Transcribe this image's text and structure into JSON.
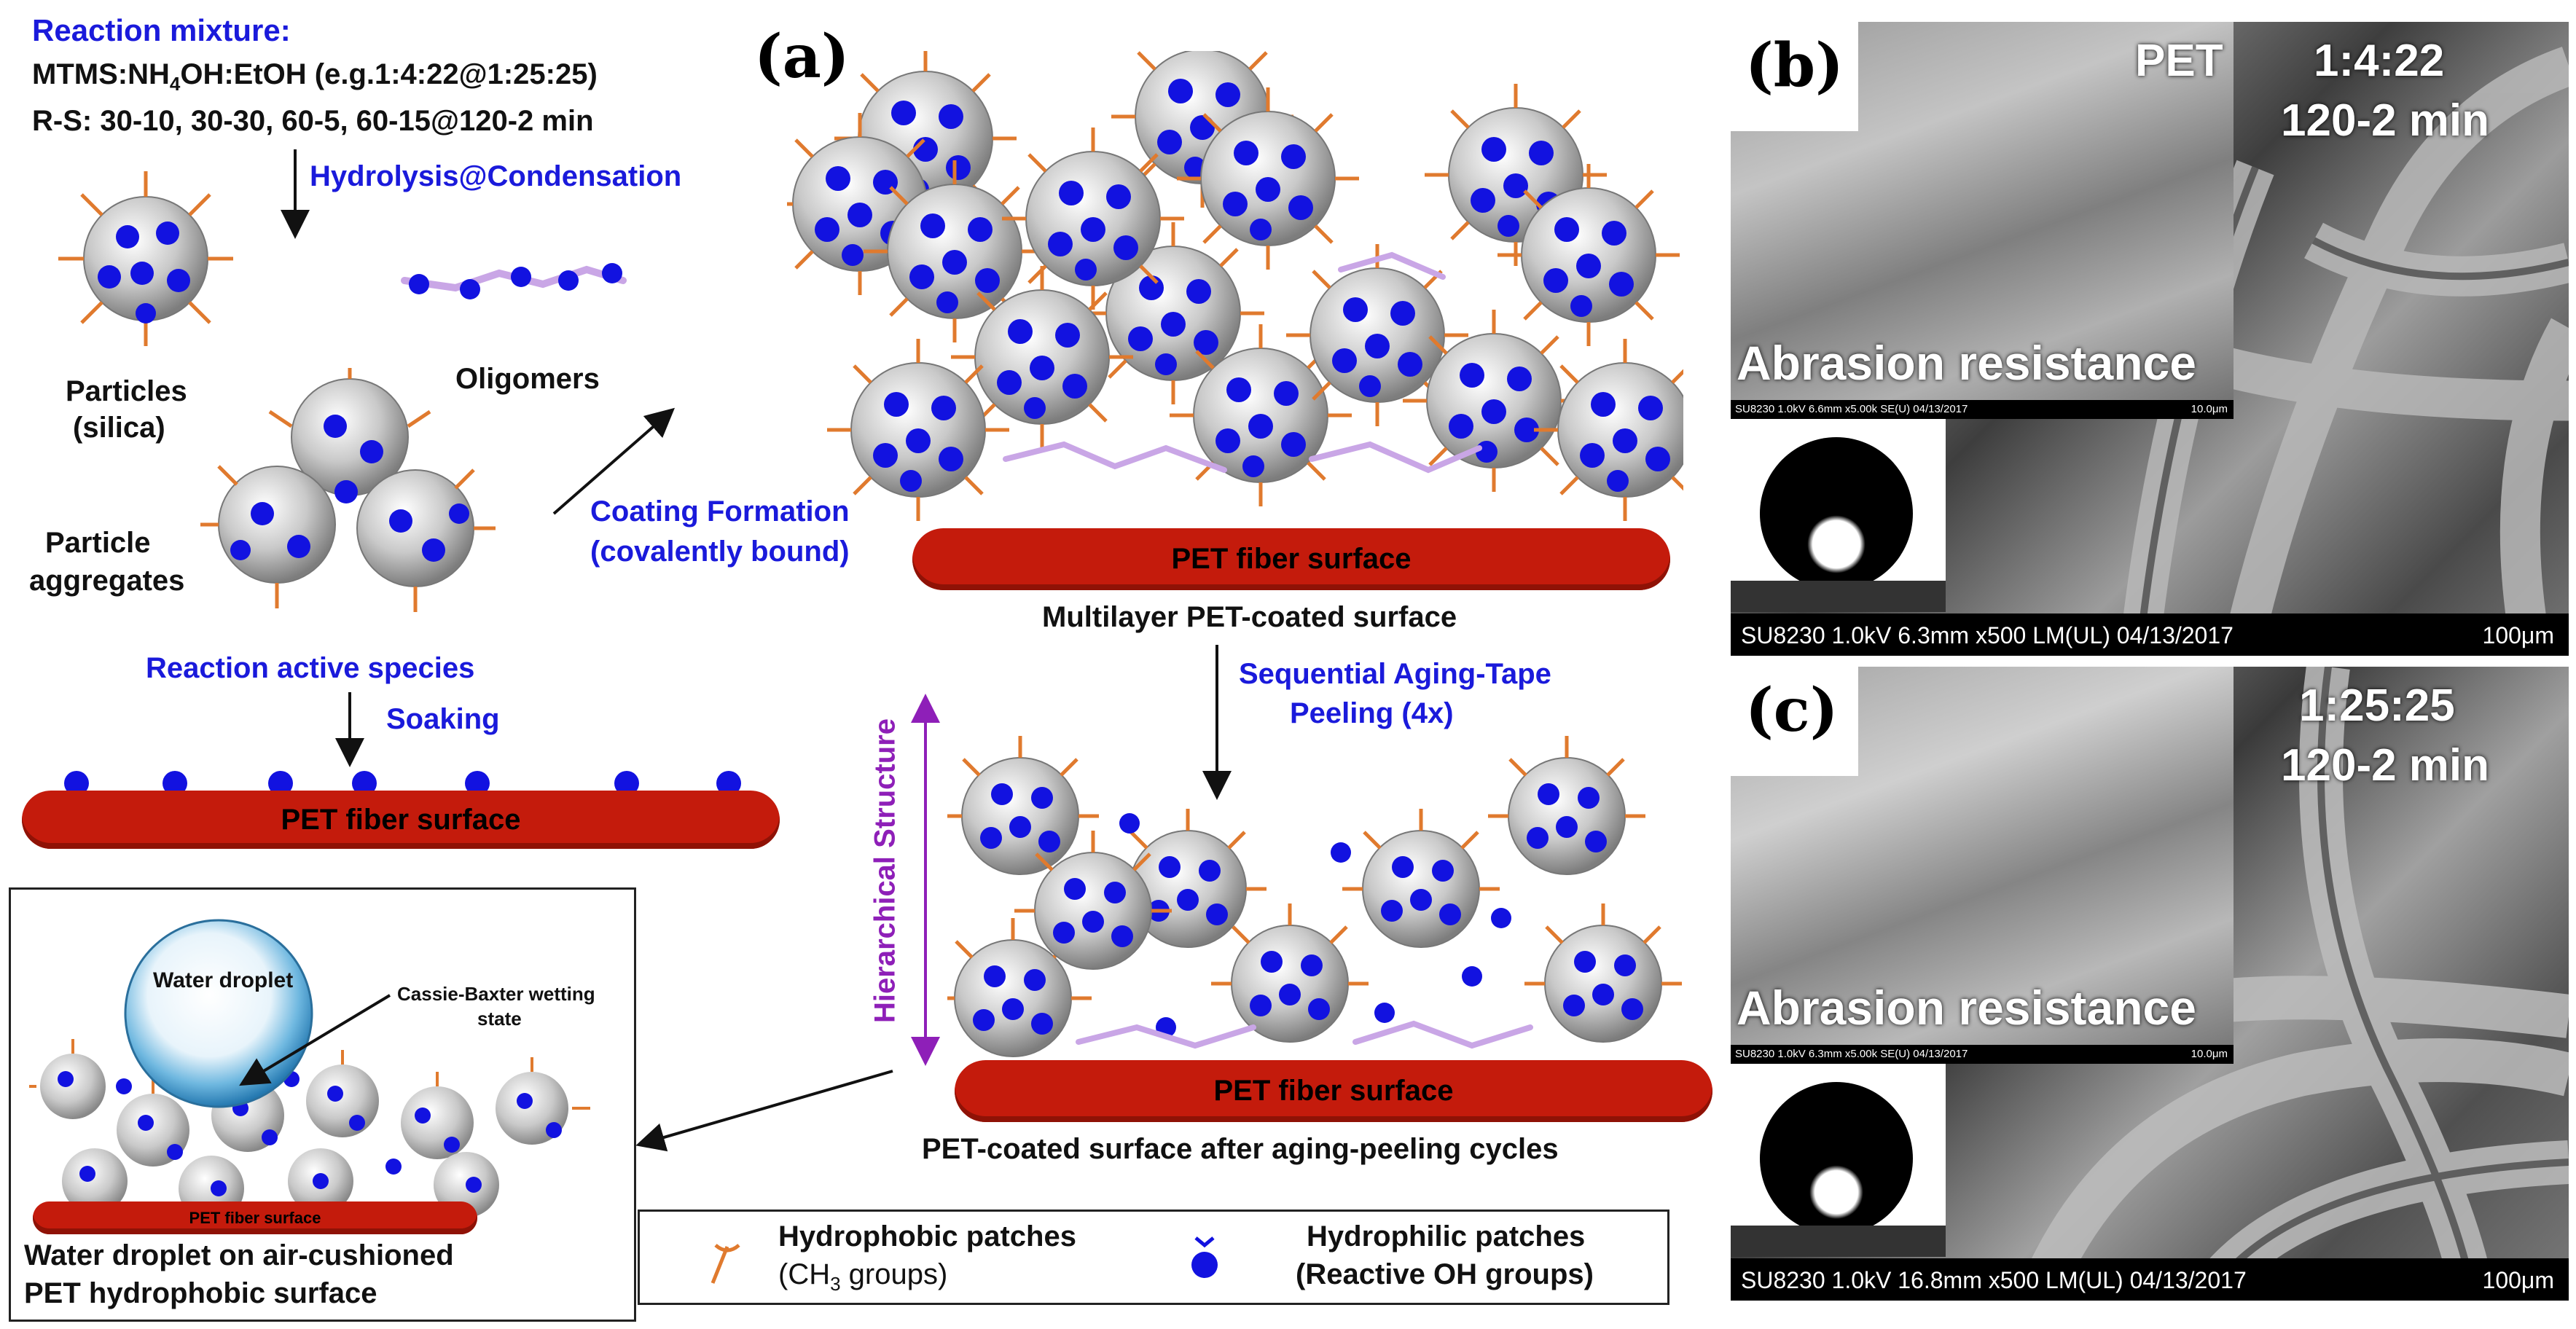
{
  "panel_labels": {
    "a": "(a)",
    "b": "(b)",
    "c": "(c)"
  },
  "left": {
    "reaction_title": "Reaction mixture:",
    "ratio_prefix": "MTMS:NH",
    "ratio_sub": "4",
    "ratio_suffix": "OH:EtOH (e.g.1:4:22@1:25:25)",
    "rs_line": "R-S: 30-10, 30-30, 60-5, 60-15@120-2 min",
    "hydrolysis": "Hydrolysis@Condensation",
    "oligomers": "Oligomers",
    "particles_1": "Particles",
    "particles_2": "(silica)",
    "aggregates_1": "Particle",
    "aggregates_2": "aggregates",
    "coating_1": "Coating Formation",
    "coating_2": "(covalently bound)",
    "reaction_active": "Reaction active species",
    "soaking": "Soaking",
    "fiber_surface": "PET fiber surface"
  },
  "center": {
    "fiber_surface_top": "PET fiber surface",
    "multilayer": "Multilayer PET-coated surface",
    "sequential_1": "Sequential Aging-Tape",
    "sequential_2": "Peeling (4x)",
    "hierarchical": "Hierarchical Structure",
    "fiber_surface_bottom": "PET fiber surface",
    "after_cycles": "PET-coated surface after aging-peeling cycles"
  },
  "inset": {
    "water_droplet": "Water droplet",
    "cassie_1": "Cassie-Baxter wetting",
    "cassie_2": "state",
    "fiber_small": "PET fiber surface",
    "caption_1": "Water droplet on air-cushioned",
    "caption_2": "PET hydrophobic surface"
  },
  "legend": {
    "hydrophobic_1": "Hydrophobic patches",
    "hydrophobic_2_prefix": "(CH",
    "hydrophobic_2_sub": "3",
    "hydrophobic_2_suffix": " groups)",
    "hydrophilic_1": "Hydrophilic patches",
    "hydrophilic_2": "(Reactive OH groups)"
  },
  "sem_b": {
    "label_pet": "PET",
    "ratio": "1:4:22",
    "time": "120-2 min",
    "abrasion": "Abrasion resistance",
    "inset_info": "SU8230 1.0kV 6.6mm x5.00k SE(U) 04/13/2017",
    "inset_scale": "10.0μm",
    "info": "SU8230 1.0kV 6.3mm x500 LM(UL) 04/13/2017",
    "scale": "100μm"
  },
  "sem_c": {
    "ratio": "1:25:25",
    "time": "120-2 min",
    "abrasion": "Abrasion resistance",
    "inset_info": "SU8230 1.0kV 6.3mm x5.00k SE(U) 04/13/2017",
    "inset_scale": "10.0μm",
    "info": "SU8230 1.0kV 16.8mm x500 LM(UL) 04/13/2017",
    "scale": "100μm"
  },
  "colors": {
    "fiber_red": "#c41b0c",
    "label_blue": "#1a1adb",
    "ligand_orange": "#e07a2e",
    "oh_blue": "#1212e0",
    "hierarchy_purple": "#8e1fb8"
  }
}
